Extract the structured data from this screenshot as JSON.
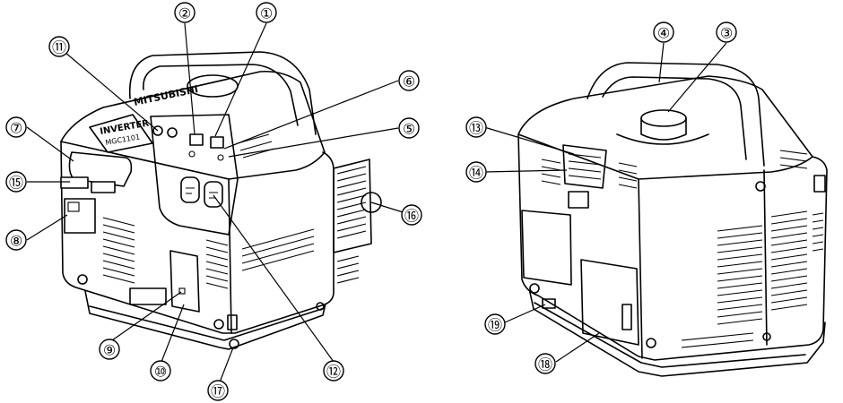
{
  "product_text": {
    "brand": "MITSUBISHI",
    "model_line1": "INVERTER",
    "model_line2": "MGC1101"
  },
  "callouts": [
    {
      "id": 1,
      "label": "①"
    },
    {
      "id": 2,
      "label": "②"
    },
    {
      "id": 3,
      "label": "③"
    },
    {
      "id": 4,
      "label": "④"
    },
    {
      "id": 5,
      "label": "⑤"
    },
    {
      "id": 6,
      "label": "⑥"
    },
    {
      "id": 7,
      "label": "⑦"
    },
    {
      "id": 8,
      "label": "⑧"
    },
    {
      "id": 9,
      "label": "⑨"
    },
    {
      "id": 10,
      "label": "⑩"
    },
    {
      "id": 11,
      "label": "⑪"
    },
    {
      "id": 12,
      "label": "⑫"
    },
    {
      "id": 13,
      "label": "⑬"
    },
    {
      "id": 14,
      "label": "⑭"
    },
    {
      "id": 15,
      "label": "⑮"
    },
    {
      "id": 16,
      "label": "⑯"
    },
    {
      "id": 17,
      "label": "⑰"
    },
    {
      "id": 18,
      "label": "⑱"
    },
    {
      "id": 19,
      "label": "⑲"
    }
  ]
}
